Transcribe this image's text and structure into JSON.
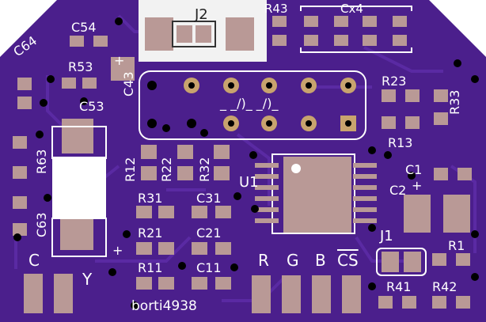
{
  "board": {
    "colors": {
      "soldermask": "#4b1f8c",
      "soldermask_dark": "#3d1673",
      "trace": "#5a2aa3",
      "pad": "#b99996",
      "silkscreen": "#ffffff",
      "via": "#000000",
      "pad_gold": "#c8a36e"
    },
    "silkscreen": {
      "c54": "C54",
      "j2": "J2",
      "r43": "R43",
      "cx4": "Cx4",
      "c64": "C64",
      "r53": "R53",
      "c43": "C43",
      "plus_c43": "+",
      "c53": "C53",
      "r23": "R23",
      "r33": "R33",
      "r13": "R13",
      "jumper_pattern": "_ _/)_ _/)_",
      "r63": "R63",
      "r12": "R12",
      "r22": "R22",
      "r32": "R32",
      "u1": "U1",
      "c1": "C1",
      "c2": "C2",
      "plus_c2": "+",
      "r31": "R31",
      "c31": "C31",
      "c63": "C63",
      "r21": "R21",
      "c21": "C21",
      "j1": "J1",
      "r1": "R1",
      "c_label": "C",
      "plus_cy": "+",
      "r11": "R11",
      "c11": "C11",
      "r_label": "R",
      "g_label": "G",
      "b_label": "B",
      "cs_label": "CS",
      "y_label": "Y",
      "r41": "R41",
      "r42": "R42",
      "author": "borti4938"
    }
  }
}
